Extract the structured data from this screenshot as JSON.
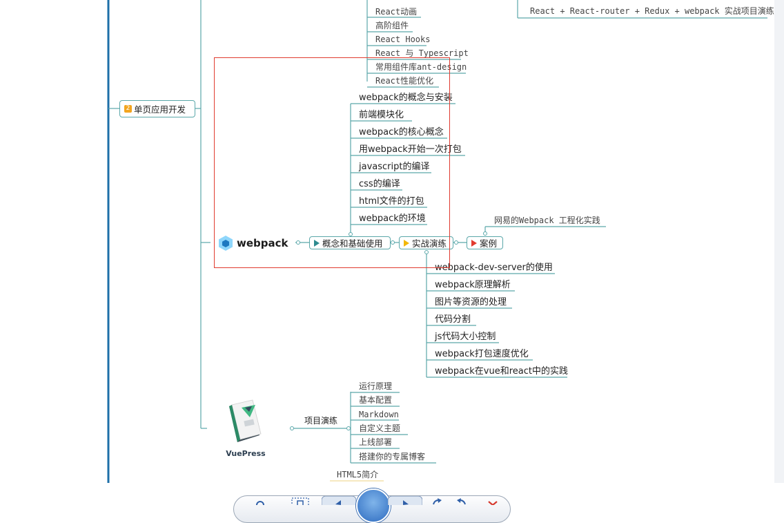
{
  "react_children": [
    "React动画",
    "高阶组件",
    "React Hooks",
    "React 与 Typescript",
    "常用组件库ant-design",
    "React性能优化"
  ],
  "react_project": "React + React-router + Redux + webpack 实战项目演练",
  "spa_node": {
    "badge": "2",
    "label": "单页应用开发"
  },
  "webpack": {
    "logo_text": "webpack",
    "basic": {
      "label": "概念和基础使用",
      "children": [
        "webpack的概念与安装",
        "前端模块化",
        "webpack的核心概念",
        "用webpack开始一次打包",
        "javascript的编译",
        "css的编译",
        "html文件的打包",
        "webpack的环境"
      ]
    },
    "practice": {
      "label": "实战演练",
      "children": [
        "webpack-dev-server的使用",
        "webpack原理解析",
        "图片等资源的处理",
        "代码分割",
        "js代码大小控制",
        "webpack打包速度优化",
        "webpack在vue和react中的实践"
      ]
    },
    "case": {
      "label": "案例",
      "children": [
        "网易的Webpack 工程化实践"
      ]
    }
  },
  "vuepress": {
    "logo_text": "VuePress",
    "project": {
      "label": "项目演练",
      "children": [
        "运行原理",
        "基本配置",
        "Markdown",
        "自定义主题",
        "上线部署",
        "搭建你的专属博客"
      ]
    }
  },
  "next_node": "HTML5简介",
  "colors": {
    "line": "#5aa7a9",
    "spine": "#1e6fa8",
    "selection": "#e03a2e",
    "flag_teal": "#2e8b8f",
    "flag_yellow": "#f2b705",
    "flag_red": "#e23a2e"
  },
  "toolbar_icons": [
    "zoom-icon",
    "fit-icon",
    "previous-icon",
    "present-icon",
    "next-icon",
    "undo-icon",
    "redo-icon",
    "close-icon"
  ]
}
